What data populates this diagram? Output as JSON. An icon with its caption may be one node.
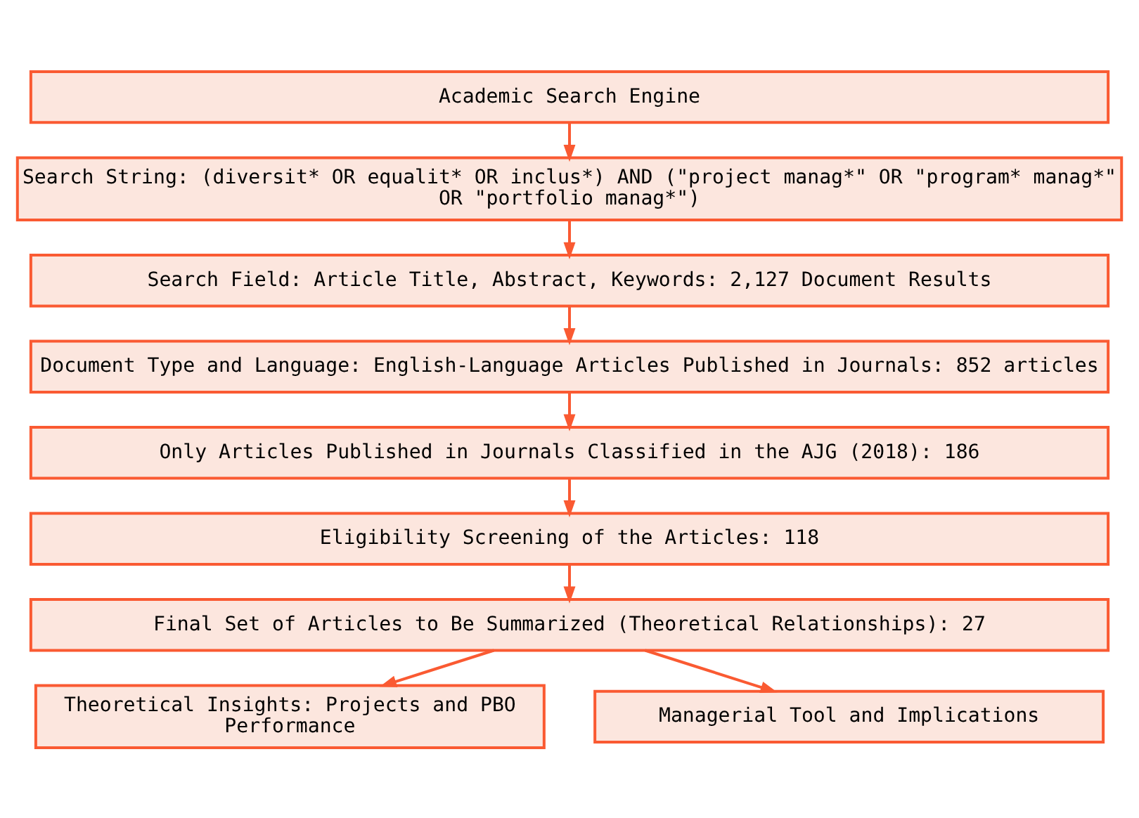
{
  "diagram": {
    "nodes": [
      {
        "text": [
          "Academic Search Engine"
        ]
      },
      {
        "text": [
          "Search String: (diversit* OR equalit* OR inclus*) AND (\"project manag*\" OR \"program* manag*\" OR \"portfolio manag*\")"
        ]
      },
      {
        "text": [
          "Search Field: Article Title, Abstract, Keywords: 2,127 Document Results"
        ]
      },
      {
        "text": [
          "Document Type and Language: English-Language Articles Published in Journals: 852 articles"
        ]
      },
      {
        "text": [
          "Only Articles Published in Journals Classified in the AJG (2018): 186"
        ]
      },
      {
        "text": [
          "Eligibility Screening of the Articles: 118"
        ]
      },
      {
        "text": [
          "Final Set of Articles to Be Summarized (Theoretical Relationships): 27"
        ]
      },
      {
        "text": [
          "Theoretical Insights: Projects and PBO Performance"
        ]
      },
      {
        "text": [
          "Managerial Tool and Implications"
        ]
      }
    ],
    "edges": [
      {
        "from": 0,
        "to": 1,
        "arrow": "to"
      },
      {
        "from": 1,
        "to": 2,
        "arrow": "to"
      },
      {
        "from": 2,
        "to": 3,
        "arrow": "to"
      },
      {
        "from": 3,
        "to": 4,
        "arrow": "to"
      },
      {
        "from": 4,
        "to": 5,
        "arrow": "to"
      },
      {
        "from": 5,
        "to": 6,
        "arrow": "to"
      },
      {
        "from": 6,
        "to": 7,
        "arrow": "to"
      },
      {
        "from": 6,
        "to": 8,
        "arrow": "to"
      }
    ]
  }
}
